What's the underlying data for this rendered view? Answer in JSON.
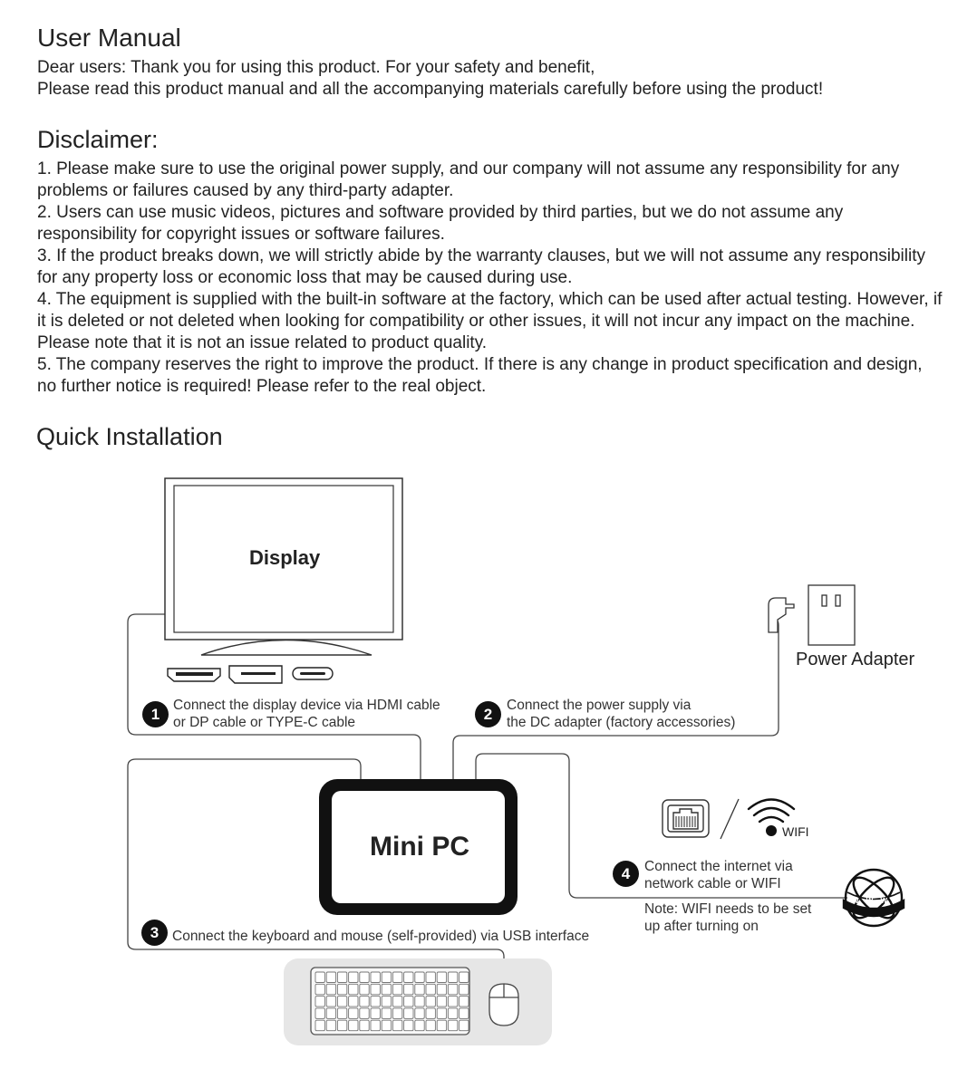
{
  "manual": {
    "title": "User Manual",
    "intro_line1": "Dear users: Thank you for using this product. For your safety and benefit,",
    "intro_line2": "Please read this product manual and all the accompanying materials carefully before using the product!"
  },
  "disclaimer": {
    "title": "Disclaimer:",
    "items": [
      "1. Please make sure to use the original power supply, and our company will not assume any responsibility for any problems or failures caused by any third-party adapter.",
      "2. Users can use music videos, pictures and software provided by third parties, but we do not assume any responsibility for copyright issues or software failures.",
      "3. If the product breaks down, we will strictly abide by the warranty clauses, but we will not assume any responsibility for any property loss or economic loss that may be caused during use.",
      "4. The equipment is supplied with the built-in software at the factory, which can be used after actual testing. However, if it is deleted or not deleted when looking for compatibility or other issues, it will not incur any impact on the machine. Please note that it is not an issue related to product quality.",
      "5. The company reserves the right to improve the product. If there is any change in product specification and design, no further notice is required! Please refer to the real object."
    ]
  },
  "installation": {
    "title": "Quick Installation",
    "display_label": "Display",
    "minipc_label": "Mini PC",
    "power_adapter_label": "Power Adapter",
    "wifi_label": "WIFI",
    "globe_text": "W W W",
    "steps": [
      {
        "number": "1",
        "line1": "Connect the display device via HDMI cable",
        "line2": "or DP cable or TYPE-C cable"
      },
      {
        "number": "2",
        "line1": "Connect the power supply via",
        "line2": "the DC adapter (factory accessories)"
      },
      {
        "number": "3",
        "line1": "Connect the keyboard and mouse (self-provided) via USB interface"
      },
      {
        "number": "4",
        "line1": "Connect the internet via",
        "line2": "network cable or WIFI"
      }
    ],
    "note_line1": "Note: WIFI needs to be set",
    "note_line2": "up after turning on"
  }
}
